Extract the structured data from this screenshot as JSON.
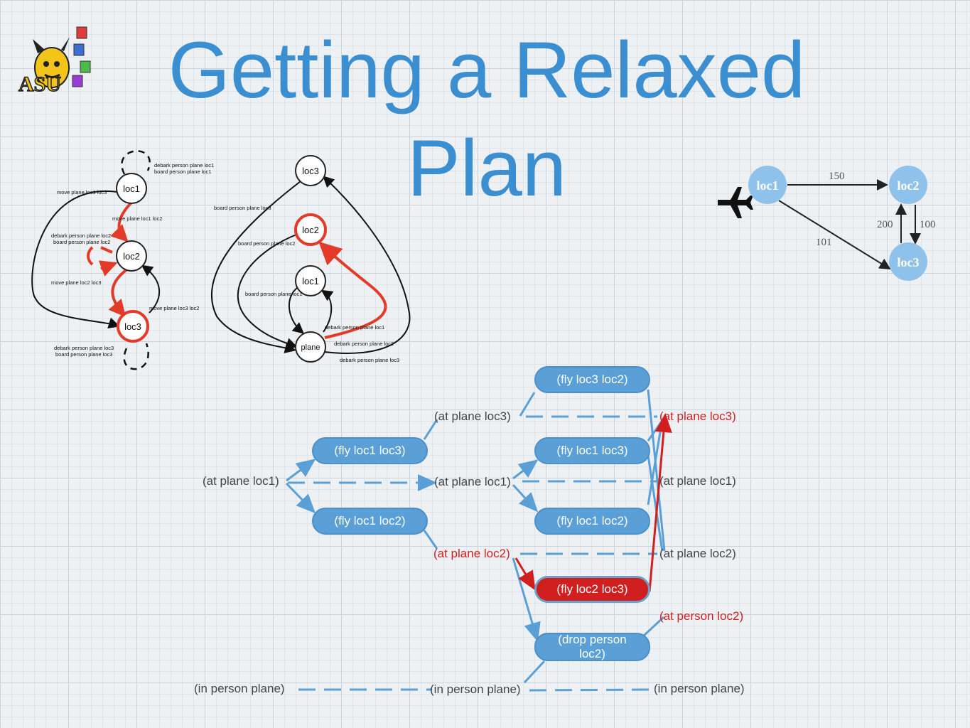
{
  "slide": {
    "title": "Getting a Relaxed Plan"
  },
  "logo": {
    "letters": "ASU"
  },
  "left_graph": {
    "nodes": [
      "loc1",
      "loc2",
      "loc3"
    ],
    "labels": {
      "self1": [
        "debark person plane loc1",
        "board person plane loc1"
      ],
      "move13": "move plane loc1 loc3",
      "move12": "move plane loc1 loc2",
      "self2": [
        "debark person plane loc2",
        "board person plane loc2"
      ],
      "move23": "move plane loc2 loc3",
      "move32": "move plane loc3 loc2",
      "self3": [
        "debark person plane loc3",
        "board person plane loc3"
      ]
    }
  },
  "middle_graph": {
    "nodes": [
      "loc3",
      "loc2",
      "loc1",
      "plane"
    ],
    "labels": {
      "board3": "board person plane loc3",
      "board2": "board person plane loc2",
      "board1": "board person plane loc1",
      "debark1": "debark person plane loc1",
      "debark2": "debark person plane loc2",
      "debark3": "debark person plane loc3"
    }
  },
  "right_graph": {
    "nodes": [
      "loc1",
      "loc2",
      "loc3"
    ],
    "edges": [
      "150",
      "101",
      "200",
      "100"
    ],
    "icon": "airplane-icon"
  },
  "planning_graph": {
    "actions": {
      "a1_fly13": "(fly loc1 loc3)",
      "a1_fly12": "(fly loc1 loc2)",
      "a2_fly32": "(fly loc3 loc2)",
      "a2_fly13": "(fly loc1 loc3)",
      "a2_fly12": "(fly loc1 loc2)",
      "a2_fly23": "(fly loc2 loc3)",
      "a2_drop": "(drop person loc2)"
    },
    "props": {
      "p0_at1": "(at plane loc1)",
      "p0_inplane": "(in person plane)",
      "p1_at3": "(at plane loc3)",
      "p1_at1": "(at plane loc1)",
      "p1_at2": "(at plane loc2)",
      "p1_inplane": "(in person plane)",
      "p2_at3": "(at plane loc3)",
      "p2_at1": "(at plane loc1)",
      "p2_at2": "(at plane loc2)",
      "p2_atperson": "(at person loc2)",
      "p2_inplane": "(in person plane)"
    },
    "colors": {
      "edge": "#5a9fd6",
      "highlight": "#d11f1f"
    }
  }
}
